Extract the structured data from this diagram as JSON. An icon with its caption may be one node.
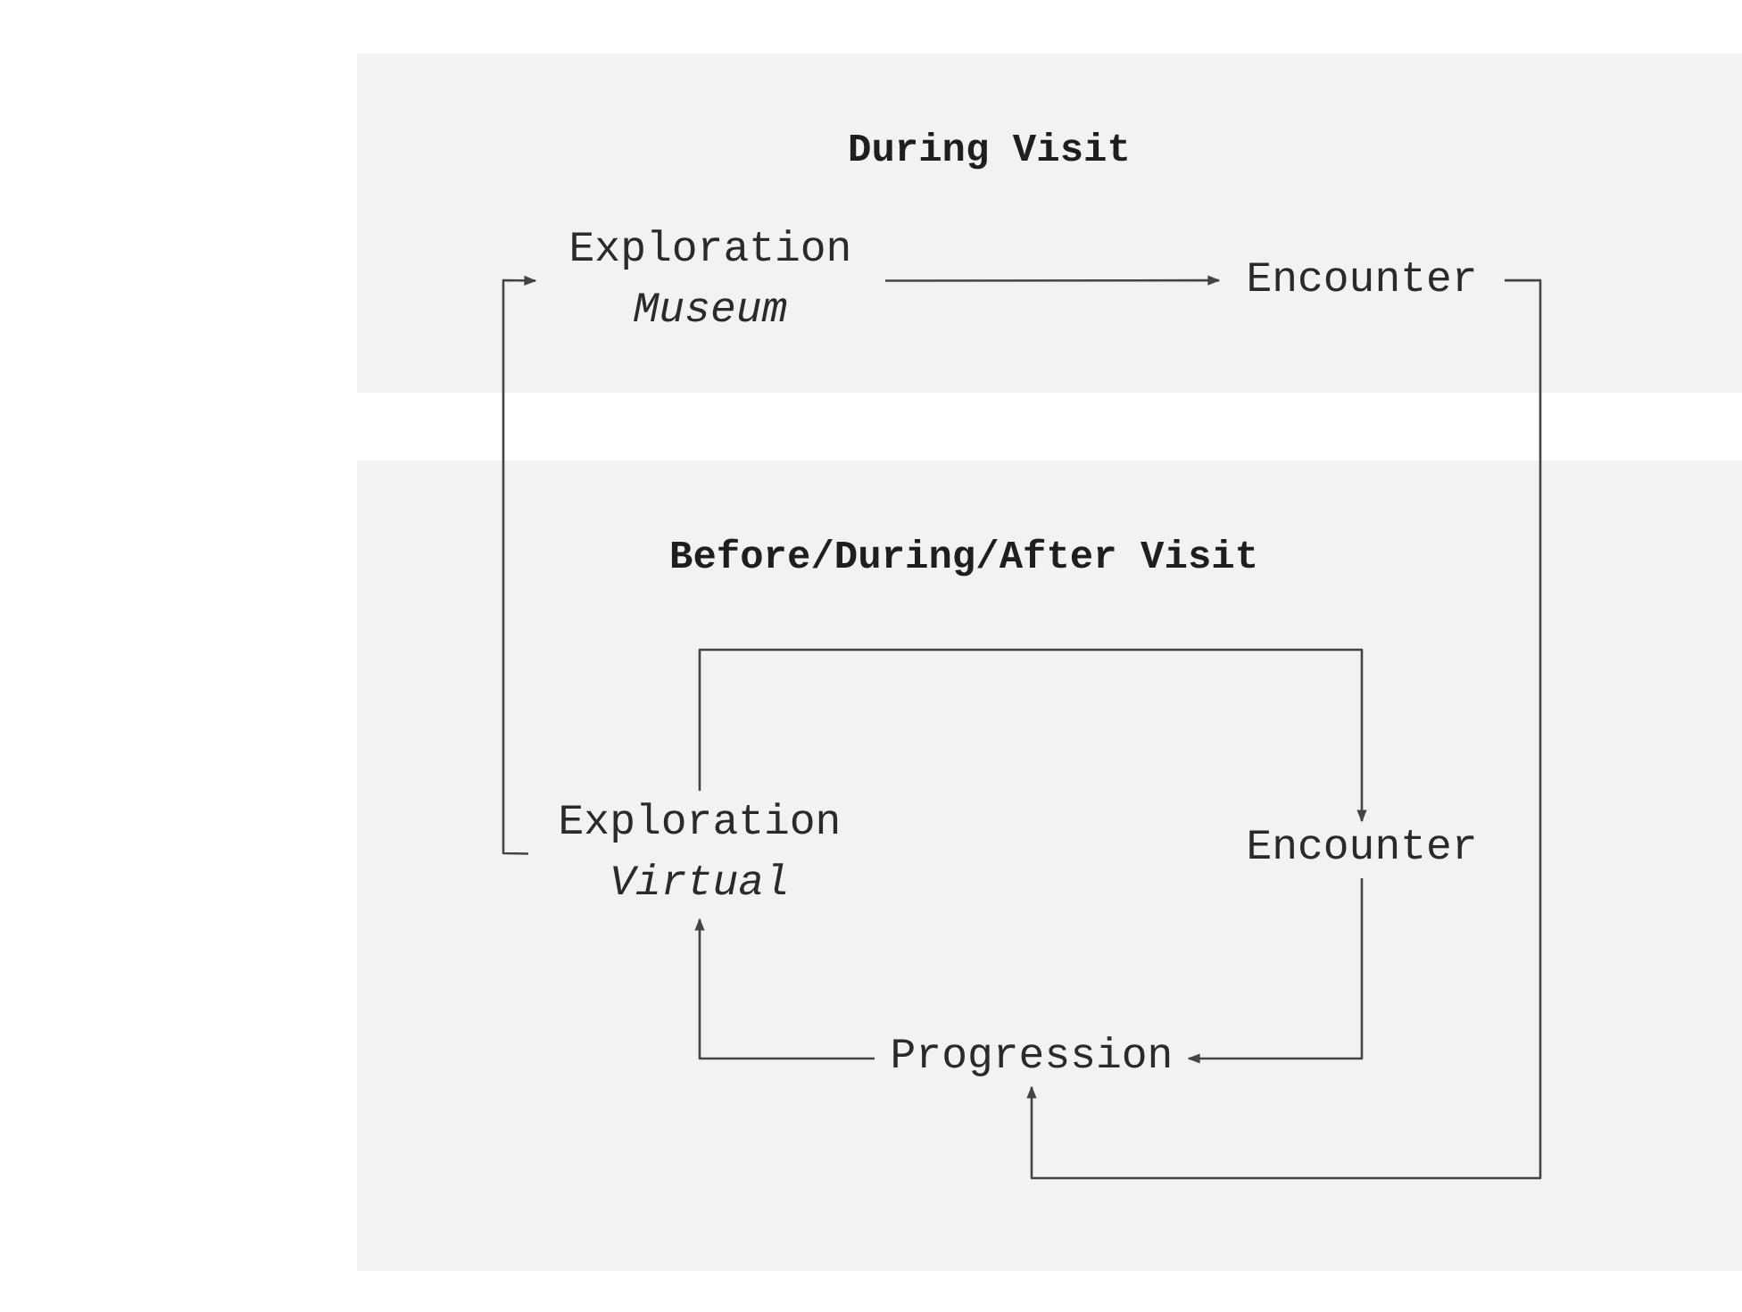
{
  "diagram": {
    "nodes": [
      {
        "text": [
          "During Visit"
        ]
      },
      {
        "text": [
          "Exploration",
          "Museum"
        ],
        "in": 0
      },
      {
        "text": [
          "Encounter"
        ],
        "in": 0
      },
      {
        "text": [
          "Before/During/After Visit"
        ]
      },
      {
        "text": [
          "Exploration",
          "Virtual"
        ],
        "in": 3
      },
      {
        "text": [
          "Encounter"
        ],
        "in": 3
      },
      {
        "text": [
          "Progression"
        ],
        "in": 3
      }
    ],
    "edges": [
      {
        "from": 1,
        "to": 2,
        "arrow": "to"
      },
      {
        "from": 2,
        "to": 6,
        "arrow": "to"
      },
      {
        "from": 4,
        "to": 1,
        "arrow": "to"
      },
      {
        "from": 4,
        "to": 5,
        "arrow": "to"
      },
      {
        "from": 5,
        "to": 6,
        "arrow": "to"
      },
      {
        "from": 6,
        "to": 4,
        "arrow": "to"
      }
    ]
  }
}
